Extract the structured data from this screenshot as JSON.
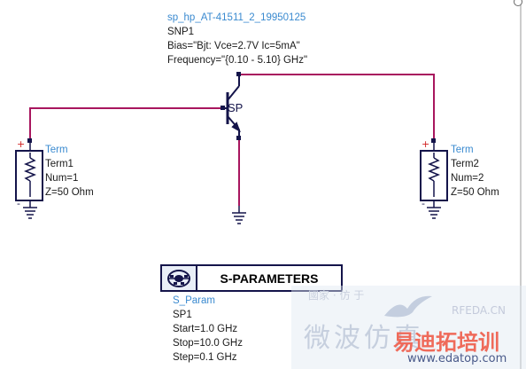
{
  "transistor": {
    "name": "sp_hp_AT-41511_2_19950125",
    "instance": "SNP1",
    "bias": "Bias=\"Bjt: Vce=2.7V Ic=5mA\"",
    "frequency": "Frequency=\"{0.10 - 5.10} GHz\"",
    "symbol_text": "SP"
  },
  "term1": {
    "type": "Term",
    "name": "Term1",
    "num": "Num=1",
    "z": "Z=50 Ohm"
  },
  "term2": {
    "type": "Term",
    "name": "Term2",
    "num": "Num=2",
    "z": "Z=50 Ohm"
  },
  "sparam": {
    "title": "S-PARAMETERS",
    "type": "S_Param",
    "instance": "SP1",
    "start": "Start=1.0 GHz",
    "stop": "Stop=10.0 GHz",
    "step": "Step=0.1 GHz"
  },
  "watermark": {
    "brand_a": "RFEDA.CN",
    "brand_b": "易迪拓培训",
    "url": "www.edatop.com",
    "cn_faint": "微波仿真",
    "cn_top": "國家 · 仿 于"
  },
  "colors": {
    "wire": "#a8165e",
    "component": "#14144a",
    "label_blue": "#3a8ad0",
    "port_red": "#d02020",
    "background": "#ffffff"
  }
}
